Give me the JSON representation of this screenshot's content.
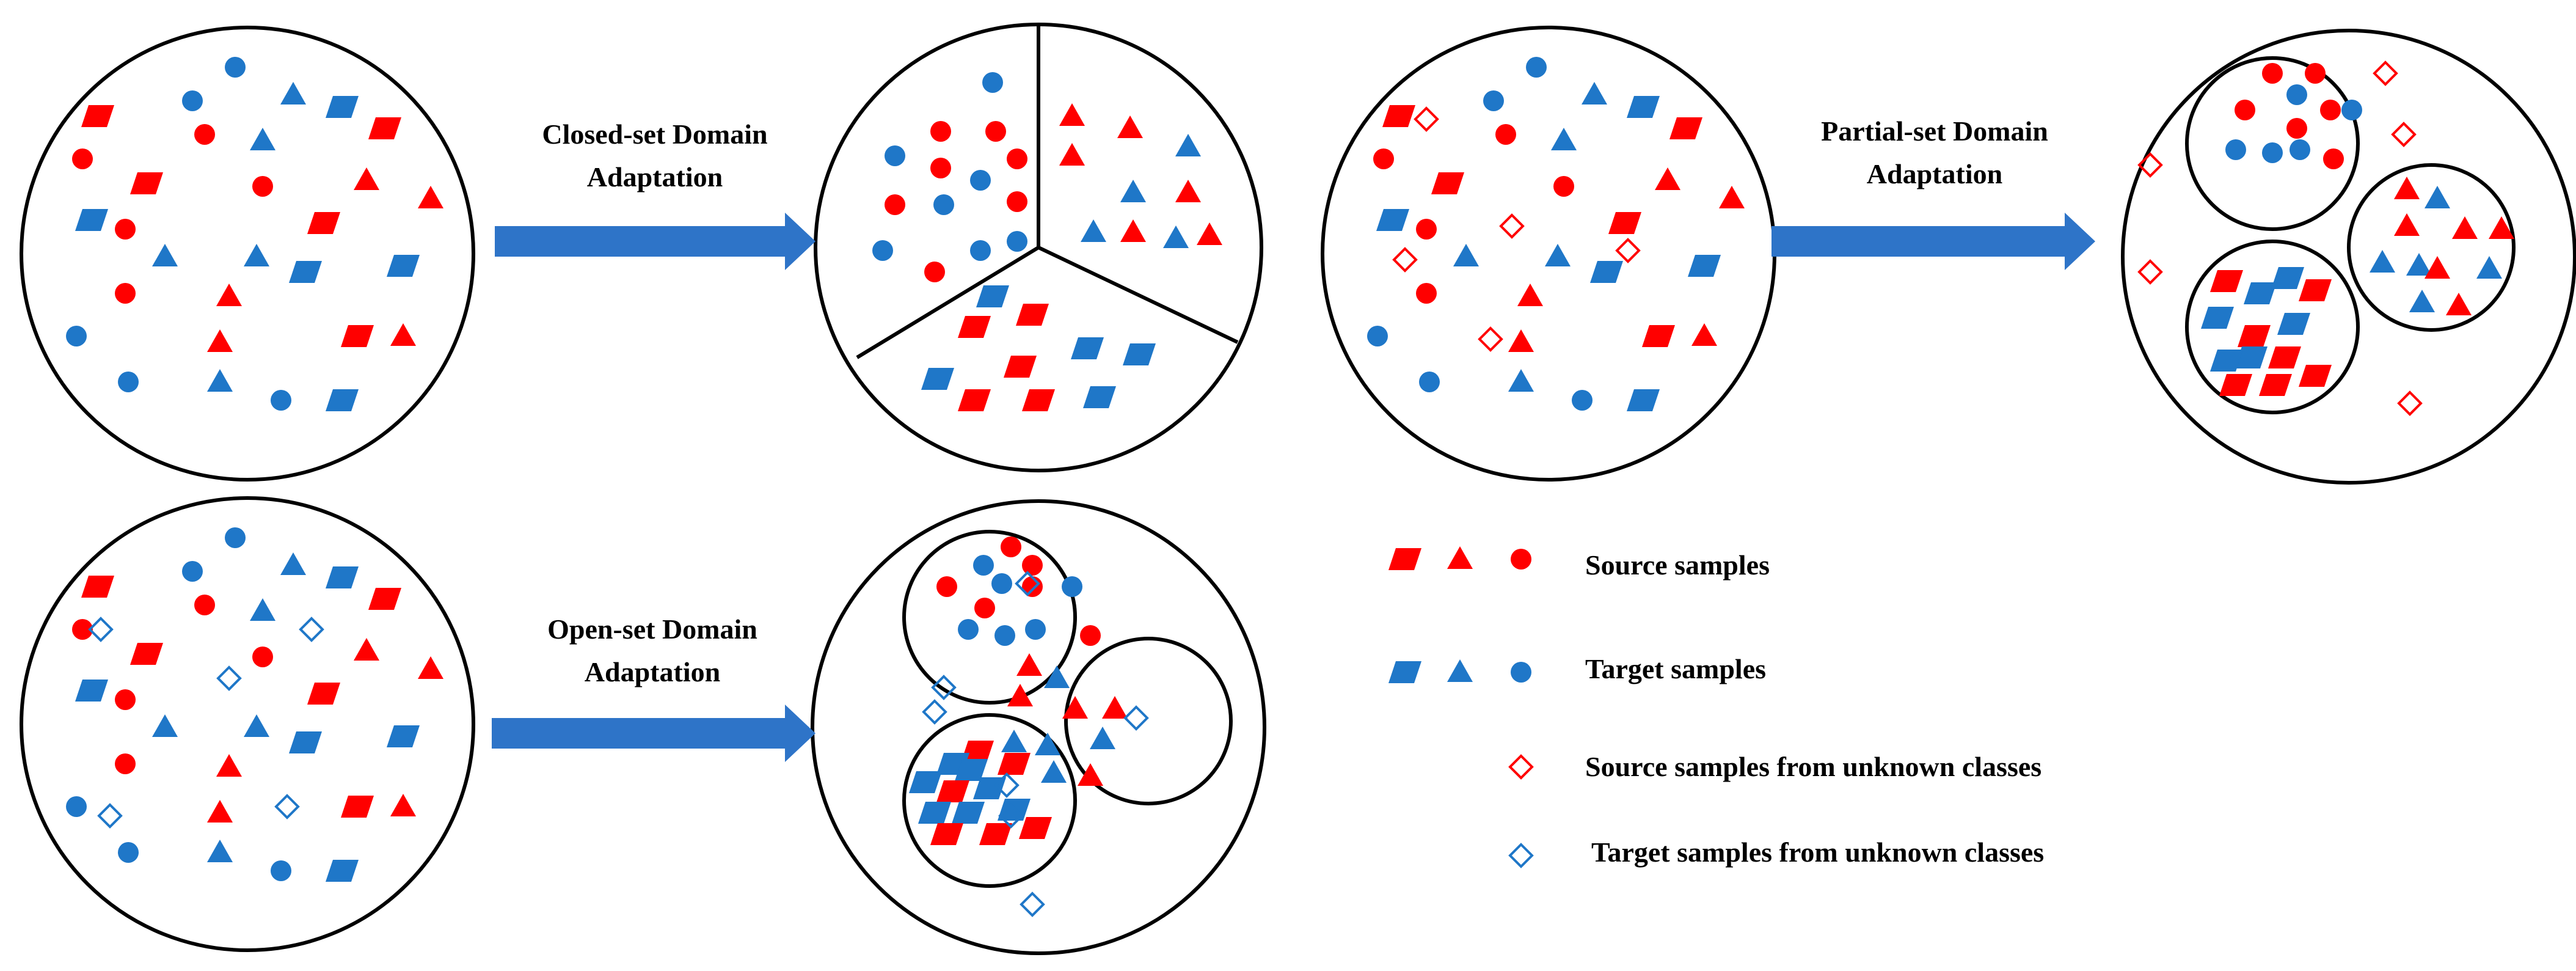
{
  "colors": {
    "source": "#ff0000",
    "target": "#1f77c8",
    "arrow": "#2e74c8",
    "outline": "#000000"
  },
  "arrows": {
    "closed": {
      "line1": "Closed-set Domain",
      "line2": "Adaptation",
      "icon": "right-arrow-icon"
    },
    "partial": {
      "line1": "Partial-set Domain",
      "line2": "Adaptation",
      "icon": "right-arrow-icon"
    },
    "open": {
      "line1": "Open-set Domain",
      "line2": "Adaptation",
      "icon": "right-arrow-icon"
    }
  },
  "legend": {
    "source": {
      "label": "Source samples",
      "icons": [
        "red-parallelogram-icon",
        "red-triangle-icon",
        "red-circle-icon"
      ]
    },
    "target": {
      "label": "Target samples",
      "icons": [
        "blue-parallelogram-icon",
        "blue-triangle-icon",
        "blue-circle-icon"
      ]
    },
    "source_unknown": {
      "label": "Source samples from unknown classes",
      "icon": "red-hollow-diamond-icon"
    },
    "target_unknown": {
      "label": "Target samples from unknown classes",
      "icon": "blue-hollow-diamond-icon"
    }
  }
}
